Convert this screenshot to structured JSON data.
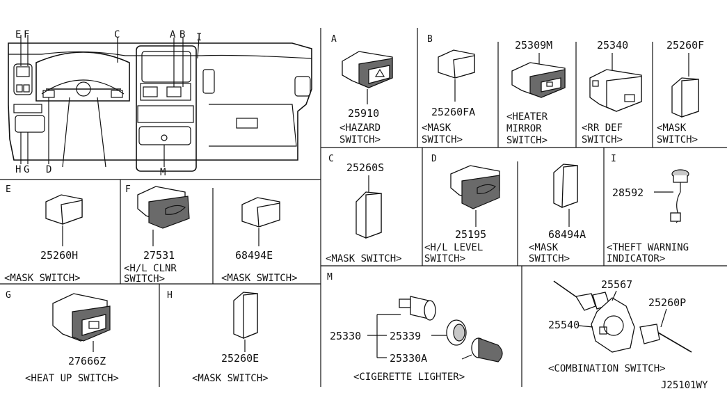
{
  "diagram": {
    "ref_code": "J25101WY",
    "overview_letters": [
      "E",
      "F",
      "C",
      "A",
      "B",
      "I",
      "H",
      "G",
      "D",
      "M"
    ],
    "sections": {
      "A": {
        "letter": "A",
        "part": "25910",
        "desc1": "<HAZARD",
        "desc2": " SWITCH>"
      },
      "B": {
        "letter": "B",
        "parts": [
          {
            "part": "25260FA",
            "desc1": "<MASK",
            "desc2": " SWITCH>"
          },
          {
            "part": "25309M",
            "desc1": "<HEATER",
            "desc2": " MIRROR",
            "desc3": " SWITCH>"
          },
          {
            "part": "25340",
            "desc1": "<RR DEF",
            "desc2": " SWITCH>"
          },
          {
            "part": "25260F",
            "desc1": "<MASK",
            "desc2": " SWITCH>"
          }
        ]
      },
      "C": {
        "letter": "C",
        "part": "25260S",
        "desc1": "<MASK SWITCH>"
      },
      "D": {
        "letter": "D",
        "parts": [
          {
            "part": "25195",
            "desc1": "<H/L LEVEL",
            "desc2": "  SWITCH>"
          },
          {
            "part": "68494A",
            "desc1": "<MASK",
            "desc2": "  SWITCH>"
          }
        ]
      },
      "I": {
        "letter": "I",
        "part": "28592",
        "desc1": "<THEFT WARNING",
        "desc2": "  INDICATOR>"
      },
      "E": {
        "letter": "E",
        "part": "25260H",
        "desc1": "<MASK SWITCH>"
      },
      "F": {
        "letter": "F",
        "parts": [
          {
            "part": "27531",
            "desc1": "<H/L CLNR",
            "desc2": "   SWITCH>"
          },
          {
            "part": "68494E",
            "desc1": "<MASK SWITCH>"
          }
        ]
      },
      "G": {
        "letter": "G",
        "part": "27666Z",
        "desc1": "<HEAT UP SWITCH>"
      },
      "H": {
        "letter": "H",
        "part": "25260E",
        "desc1": "<MASK SWITCH>"
      },
      "M": {
        "letter": "M",
        "part_assy": "25330",
        "part_ring": "25339",
        "part_plug": "25330A",
        "desc1": "<CIGERETTE LIGHTER>"
      },
      "COMB": {
        "part_main": "25567",
        "part_left": "25540",
        "part_right": "25260P",
        "desc1": "<COMBINATION SWITCH>"
      }
    }
  }
}
